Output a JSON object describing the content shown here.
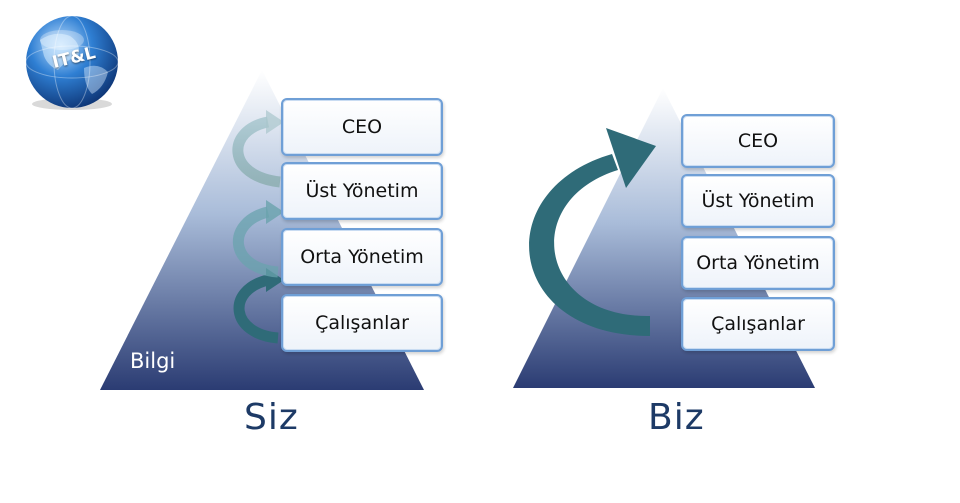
{
  "logo": {
    "text": "IT&L"
  },
  "left": {
    "label": "Siz",
    "pyramid_text": "Bilgi",
    "levels": [
      "CEO",
      "Üst Yönetim",
      "Orta Yönetim",
      "Çalışanlar"
    ]
  },
  "right": {
    "label": "Biz",
    "levels": [
      "CEO",
      "Üst Yönetim",
      "Orta Yönetim",
      "Çalışanlar"
    ]
  },
  "colors": {
    "pyramid_top": "#ffffff",
    "pyramid_bottom": "#2b3c73",
    "arrow": "#2f6b78",
    "box_border": "#6f9fd6",
    "label": "#1d3a66"
  }
}
